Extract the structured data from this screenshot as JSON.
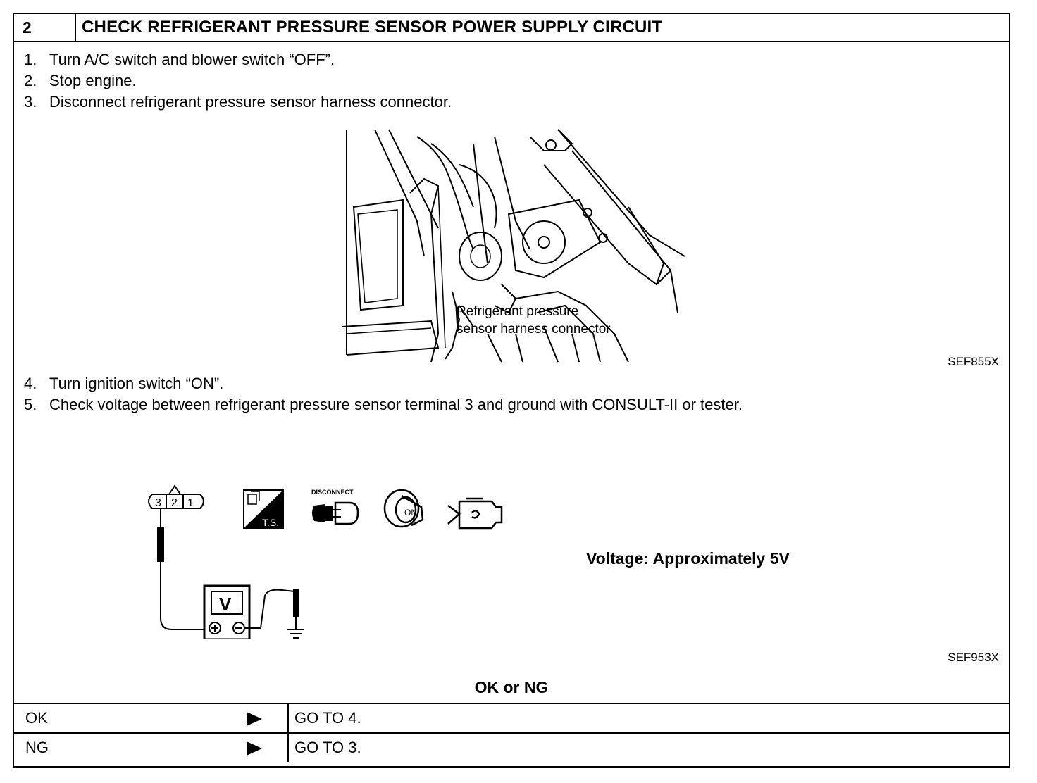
{
  "header": {
    "step_number": "2",
    "title": "CHECK REFRIGERANT PRESSURE SENSOR POWER SUPPLY CIRCUIT"
  },
  "steps_a": [
    {
      "num": "1.",
      "text": "Turn A/C switch and blower switch “OFF”."
    },
    {
      "num": "2.",
      "text": "Stop engine."
    },
    {
      "num": "3.",
      "text": "Disconnect refrigerant pressure sensor harness connector."
    }
  ],
  "figure1": {
    "label_line1": "Refrigerant pressure",
    "label_line2": "sensor harness connector",
    "id": "SEF855X"
  },
  "steps_b": [
    {
      "num": "4.",
      "text": "Turn ignition switch “ON”."
    },
    {
      "num": "5.",
      "text": "Check voltage between refrigerant pressure sensor terminal 3 and ground with CONSULT-II or tester."
    }
  ],
  "figure2": {
    "terminals": [
      "3",
      "2",
      "1"
    ],
    "ts_label": "T.S.",
    "disconnect_label": "DISCONNECT",
    "ignition_label": "ON",
    "meter_label": "V",
    "id": "SEF953X",
    "icons": [
      "connector-icon",
      "ts-icon",
      "disconnect-icon",
      "ignition-key-icon",
      "engine-icon",
      "voltmeter-icon",
      "ground-icon"
    ]
  },
  "result": {
    "voltage_text": "Voltage: Approximately 5V"
  },
  "okng": {
    "title": "OK or NG",
    "rows": [
      {
        "label": "OK",
        "action": "GO TO 4."
      },
      {
        "label": "NG",
        "action": "GO TO 3."
      }
    ]
  }
}
